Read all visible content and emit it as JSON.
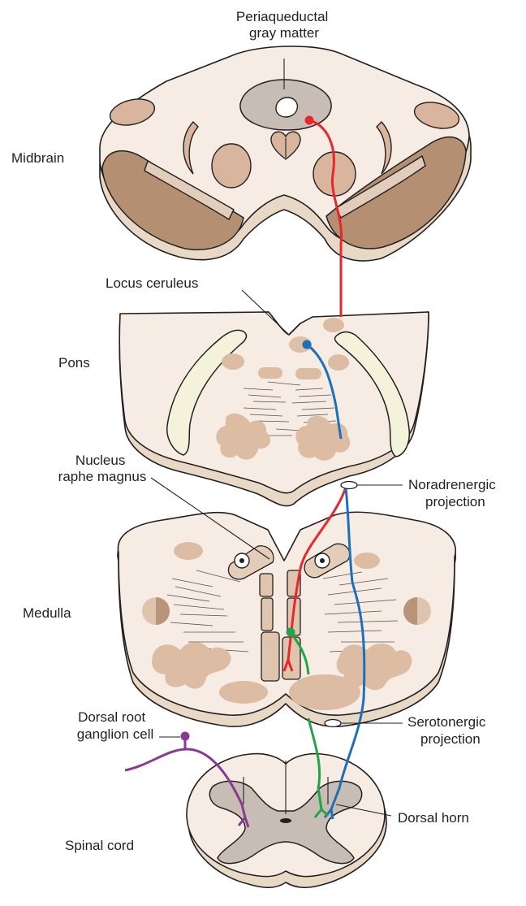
{
  "labels": {
    "pag": [
      "Periaqueductal",
      "gray matter"
    ],
    "midbrain": "Midbrain",
    "locus": "Locus ceruleus",
    "pons": "Pons",
    "nucleus": [
      "Nucleus",
      "raphe magnus"
    ],
    "noradrenergic": [
      "Noradrenergic",
      "projection"
    ],
    "medulla": "Medulla",
    "drg": [
      "Dorsal root",
      "ganglion cell"
    ],
    "serotonergic": [
      "Serotonergic",
      "projection"
    ],
    "dorsal_horn": "Dorsal horn",
    "spinal": "Spinal cord"
  },
  "colors": {
    "pathway_pag": "#e8262b",
    "pathway_noradrenergic": "#1d70b7",
    "pathway_serotonergic": "#22a447",
    "pathway_afferent": "#8a3a94"
  }
}
